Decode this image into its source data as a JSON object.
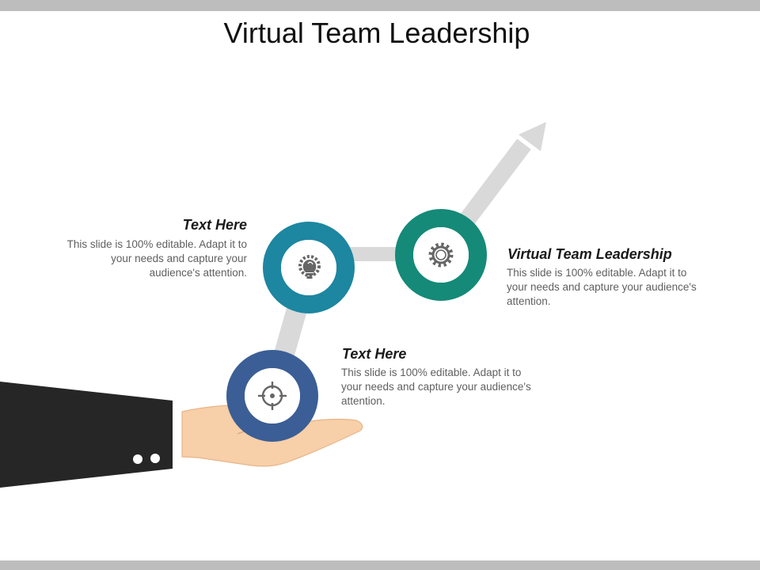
{
  "slide": {
    "title": "Virtual Team Leadership"
  },
  "blocks": [
    {
      "heading": "Text Here",
      "body": "This slide is 100% editable. Adapt it to your needs and capture your audience's attention."
    },
    {
      "heading": "Virtual Team Leadership",
      "body": "This slide is 100% editable. Adapt it to your needs and capture your audience's attention."
    },
    {
      "heading": "Text Here",
      "body": "This slide is 100% editable. Adapt it to your needs and capture your audience's attention."
    }
  ],
  "rings": [
    {
      "icon": "target-icon",
      "color": "#3b5e96"
    },
    {
      "icon": "lightbulb-gear-icon",
      "color": "#1d86a0"
    },
    {
      "icon": "gear-icon",
      "color": "#158a78"
    }
  ],
  "colors": {
    "path": "#d9d9d9",
    "sleeve": "#262626",
    "skin": "#f7cfa8",
    "icon": "#666666"
  }
}
